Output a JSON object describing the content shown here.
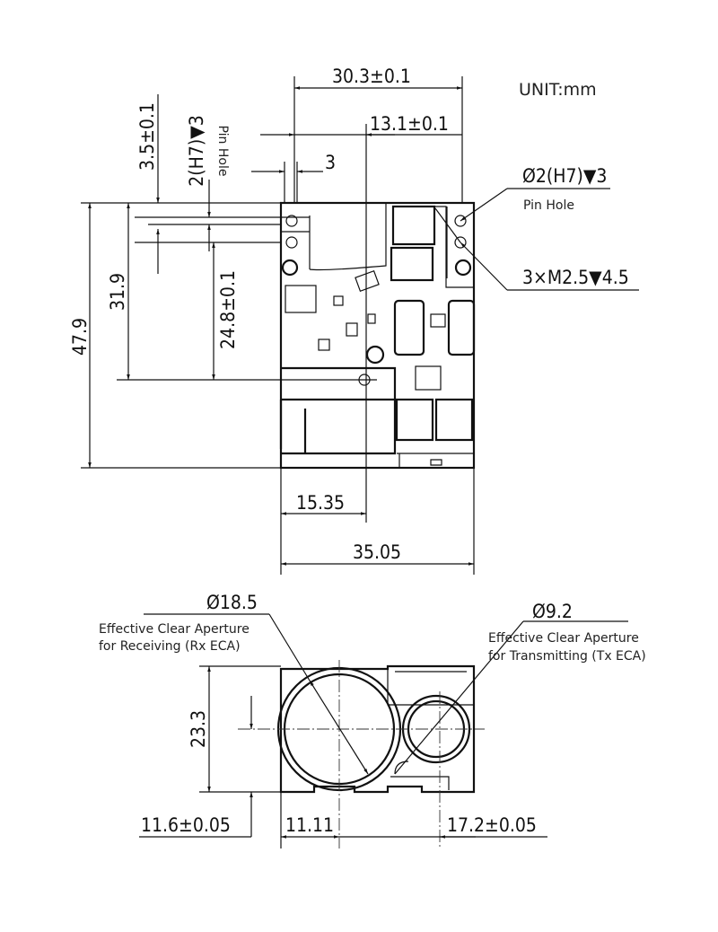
{
  "unit_label": "UNIT:mm",
  "top_view": {
    "width_top": "30.3±0.1",
    "offset_top": "13.1±0.1",
    "pin_spacing": "3",
    "pin_vertical": "3.5±0.1",
    "pin_hole_left": "2(H7)▼3",
    "pin_hole_left_note": "Pin Hole",
    "height_total": "47.9",
    "height_mid": "31.9",
    "height_hole": "24.8±0.1",
    "pin_hole_callout": "Ø2(H7)▼3",
    "pin_hole_callout_note": "Pin Hole",
    "screw_callout": "3×M2.5▼4.5",
    "offset_bottom": "15.35",
    "width_bottom": "35.05"
  },
  "front_view": {
    "rx_diameter": "Ø18.5",
    "rx_note_line1": "Effective Clear Aperture",
    "rx_note_line2": "for Receiving (Rx ECA)",
    "tx_diameter": "Ø9.2",
    "tx_note_line1": "Effective Clear Aperture",
    "tx_note_line2": "for Transmitting (Tx ECA)",
    "height": "23.3",
    "center_height": "11.6±0.05",
    "rx_center_x": "11.11",
    "tx_center_x": "17.2±0.05"
  }
}
